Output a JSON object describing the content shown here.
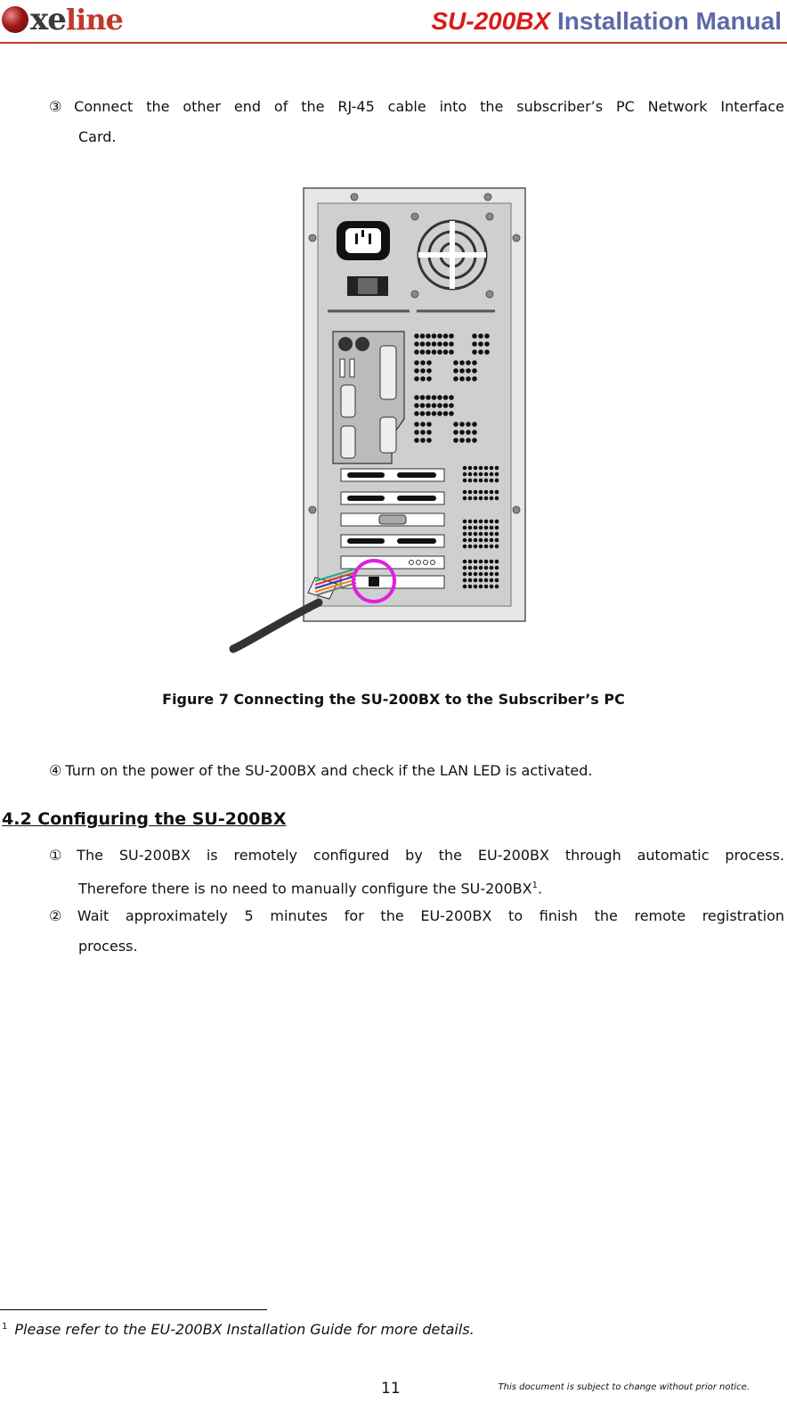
{
  "header": {
    "logo_prefix": "xe",
    "logo_suffix": "line",
    "title_model": "SU-200BX",
    "title_rest": "Installation Manual"
  },
  "steps_top": [
    {
      "num": "③",
      "line1": "Connect the other end of the RJ-45 cable into the subscriber’s PC Network Interface",
      "line2": "Card."
    }
  ],
  "figure": {
    "caption": "Figure 7 Connecting the SU-200BX to the Subscriber’s PC",
    "highlight_color": "#e020e0"
  },
  "step4": {
    "num": "④",
    "text": "Turn on the power of the SU-200BX and check if the LAN LED is activated."
  },
  "section": {
    "title": "4.2 Configuring the SU-200BX",
    "items": [
      {
        "num": "①",
        "line1": "The SU-200BX is remotely configured by the EU-200BX through automatic process.",
        "line2": "Therefore there is no need to manually configure the SU-200BX",
        "ref": "1",
        "line2_end": "."
      },
      {
        "num": "②",
        "line1": "Wait approximately 5 minutes for the EU-200BX to finish the remote registration",
        "line2": "process."
      }
    ]
  },
  "footnote": {
    "mark": "1",
    "text": "Please refer to the EU-200BX Installation Guide for more details."
  },
  "footer": {
    "page_number": "11",
    "notice": "This document is subject to change without prior notice."
  }
}
